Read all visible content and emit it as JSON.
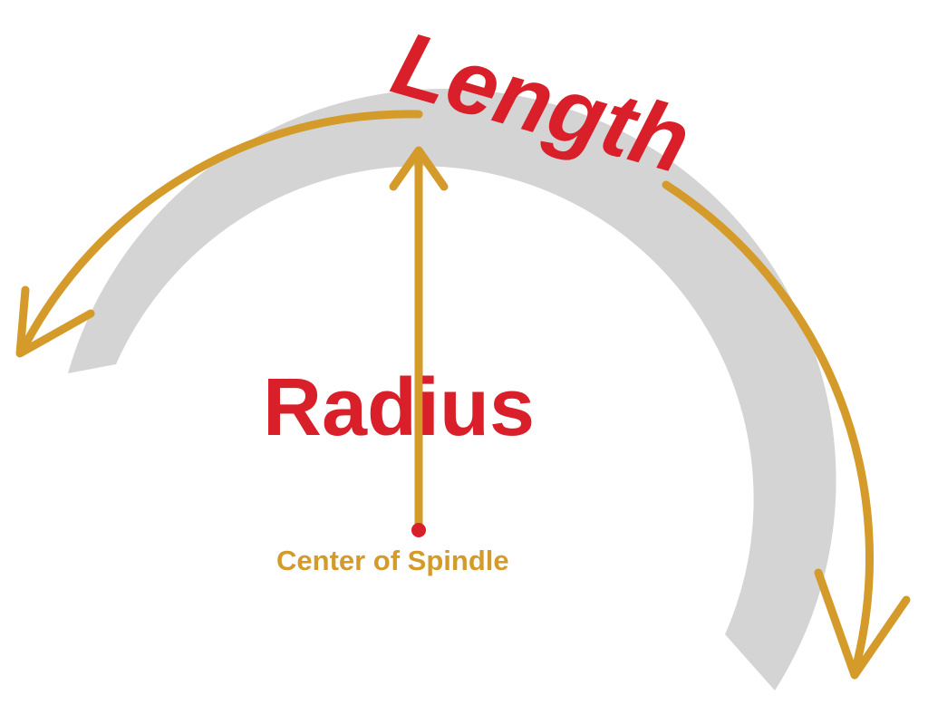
{
  "labels": {
    "length": "Length",
    "radius": "Radius",
    "center": "Center of Spindle"
  },
  "colors": {
    "red": "#d91f2a",
    "gold": "#d49b2a",
    "gray": "#d4d4d4"
  },
  "icons": {
    "length_arrow_left": "curved-arrow-left-icon",
    "length_arrow_right": "curved-arrow-right-icon",
    "radius_arrow": "arrow-up-icon"
  }
}
